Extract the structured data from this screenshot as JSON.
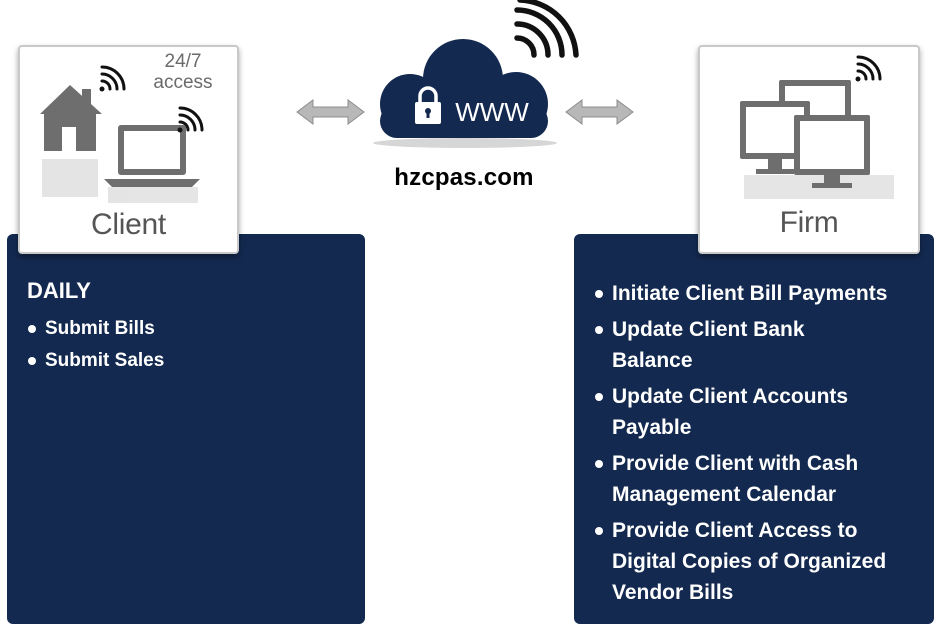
{
  "client": {
    "label": "Client",
    "access": "24/7\naccess",
    "panel_heading": "DAILY",
    "items": [
      "Submit Bills",
      "Submit Sales"
    ]
  },
  "firm": {
    "label": "Firm",
    "items": [
      "Initiate Client Bill Payments",
      "Update Client Bank Balance",
      "Update Client Accounts Payable",
      "Provide Client with Cash Management Calendar",
      "Provide Client Access to Digital Copies of Organized Vendor Bills"
    ]
  },
  "cloud": {
    "text": "WWW",
    "site": "hzcpas.com"
  },
  "colors": {
    "panel": "#13294f",
    "icon_gray": "#6e6e6e",
    "arrow_gray": "#b4b4b4"
  },
  "icons": [
    "house-icon",
    "laptop-icon",
    "wifi-icon",
    "cloud-icon",
    "lock-icon",
    "monitors-icon",
    "double-arrow-icon"
  ]
}
